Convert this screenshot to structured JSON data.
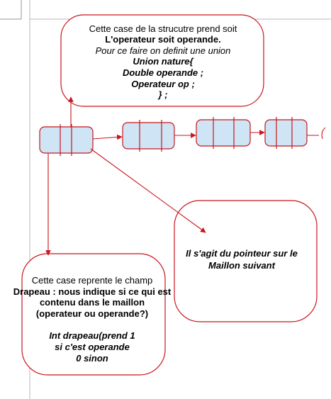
{
  "top_note": {
    "line1": "Cette case de la strucutre prend soit",
    "line2": "L'operateur soit operande.",
    "line3": "Pour ce faire on definit une union",
    "line4": "Union nature{",
    "line5": "Double operande ;",
    "line6": "Operateur op ;",
    "line7": "} ;"
  },
  "right_note": {
    "line1": "Il s'agit du pointeur sur le",
    "line2": "Maillon suivant"
  },
  "bottom_note": {
    "line1": "Cette case reprente le champ",
    "line2": "Drapeau : nous indique si ce qui est",
    "line3": "contenu dans le maillon",
    "line4": "(operateur ou operande?)",
    "line5": "Int drapeau(prend 1",
    "line6": "si c'est operande",
    "line7": "0 sinon"
  },
  "colors": {
    "stroke": "#c8161d",
    "node_fill": "#cfe4f4",
    "page_border": "#b8b8b8",
    "corner_marks": "#9a9a9a"
  }
}
